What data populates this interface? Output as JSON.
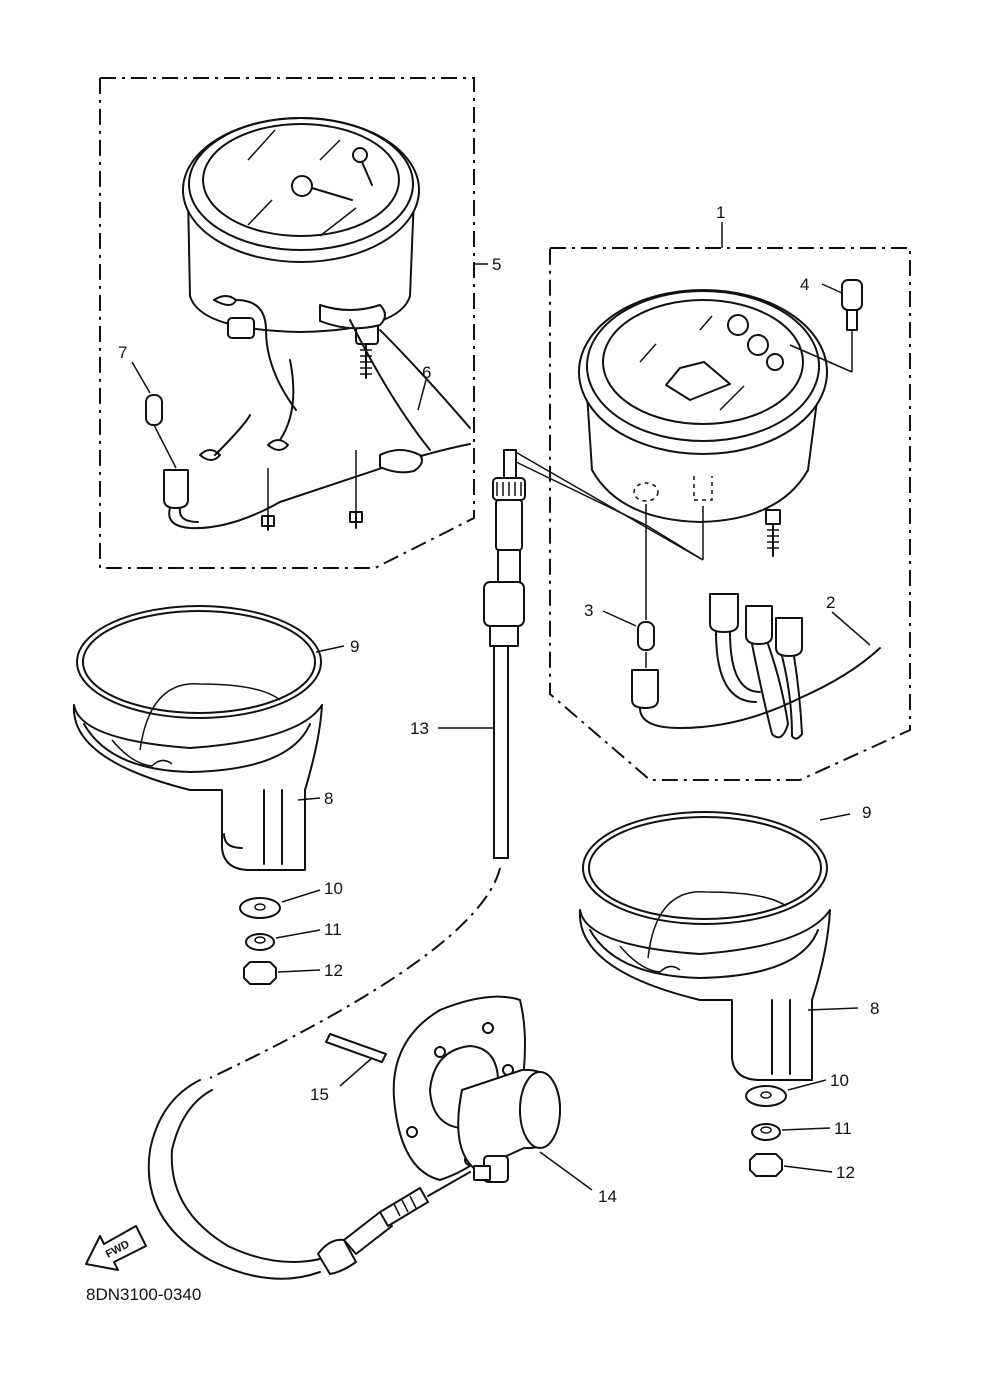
{
  "part_numbers": {
    "p1": "1",
    "p2": "2",
    "p3": "3",
    "p4": "4",
    "p5": "5",
    "p6": "6",
    "p7": "7",
    "p8_left": "8",
    "p8_right": "8",
    "p9_left": "9",
    "p9_right": "9",
    "p10_left": "10",
    "p10_right": "10",
    "p11_left": "11",
    "p11_right": "11",
    "p12_left": "12",
    "p12_right": "12",
    "p13": "13",
    "p14": "14",
    "p15": "15"
  },
  "fwd_label": "FWD",
  "drawing_code": "8DN3100-0340",
  "icons": {
    "fwd": "fwd-arrow-icon"
  }
}
